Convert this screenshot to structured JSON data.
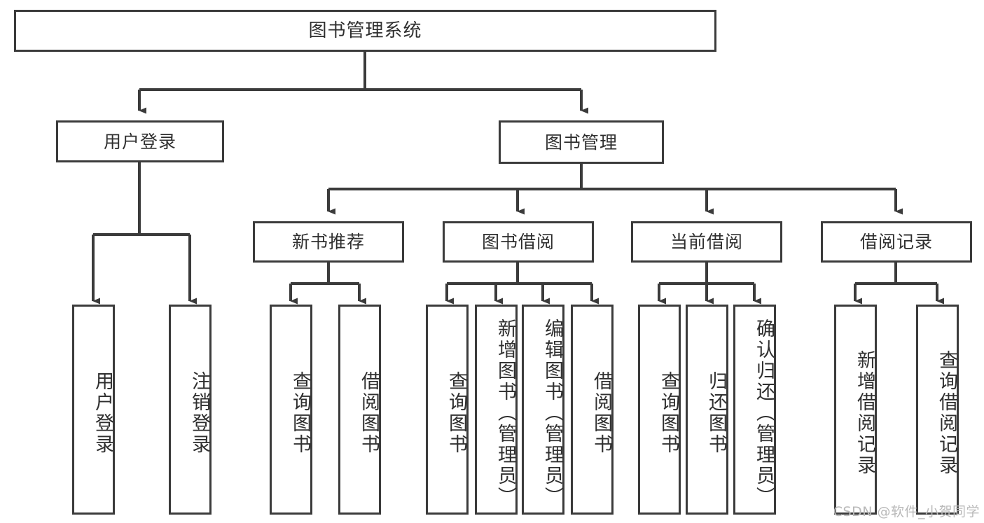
{
  "diagram": {
    "title": "图书管理系统",
    "watermark": "CSDN @软件_小贺同学",
    "line_color": "#3b3b3b",
    "text_color": "#2f2f2f",
    "background_color": "#ffffff",
    "root": {
      "label": "图书管理系统"
    },
    "level2": [
      {
        "label": "用户登录"
      },
      {
        "label": "图书管理"
      }
    ],
    "level3": [
      {
        "label": "新书推荐"
      },
      {
        "label": "图书借阅"
      },
      {
        "label": "当前借阅"
      },
      {
        "label": "借阅记录"
      }
    ],
    "leaves": {
      "user_login": [
        {
          "label": "用户登录"
        },
        {
          "label": "注销登录"
        }
      ],
      "new_book_recommend": [
        {
          "label": "查询图书"
        },
        {
          "label": "借阅图书"
        }
      ],
      "book_borrow": [
        {
          "label": "查询图书"
        },
        {
          "label": "新增图书（管理员）"
        },
        {
          "label": "编辑图书（管理员）"
        },
        {
          "label": "借阅图书"
        }
      ],
      "current_borrow": [
        {
          "label": "查询图书"
        },
        {
          "label": "归还图书"
        },
        {
          "label": "确认归还（管理员）"
        }
      ],
      "borrow_record": [
        {
          "label": "新增借阅记录"
        },
        {
          "label": "查询借阅记录"
        }
      ]
    }
  }
}
